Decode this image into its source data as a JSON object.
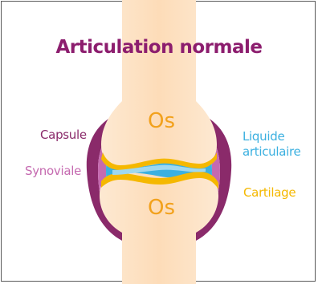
{
  "title": "Articulation normale",
  "bone_label_top": "Os",
  "bone_label_bottom": "Os",
  "labels": {
    "capsule": "Capsule",
    "synoviale": "Synoviale",
    "liquide_line1": "Liquide",
    "liquide_line2": "articulaire",
    "cartilage": "Cartilage"
  },
  "colors": {
    "title": "#8c1d6e",
    "bone": "#fde2c4",
    "capsule": "#8a2a6a",
    "synoviale": "#c56ab0",
    "liquide": "#3bb0e0",
    "cartilage": "#f5b800",
    "os_label": "#f2a11c"
  }
}
